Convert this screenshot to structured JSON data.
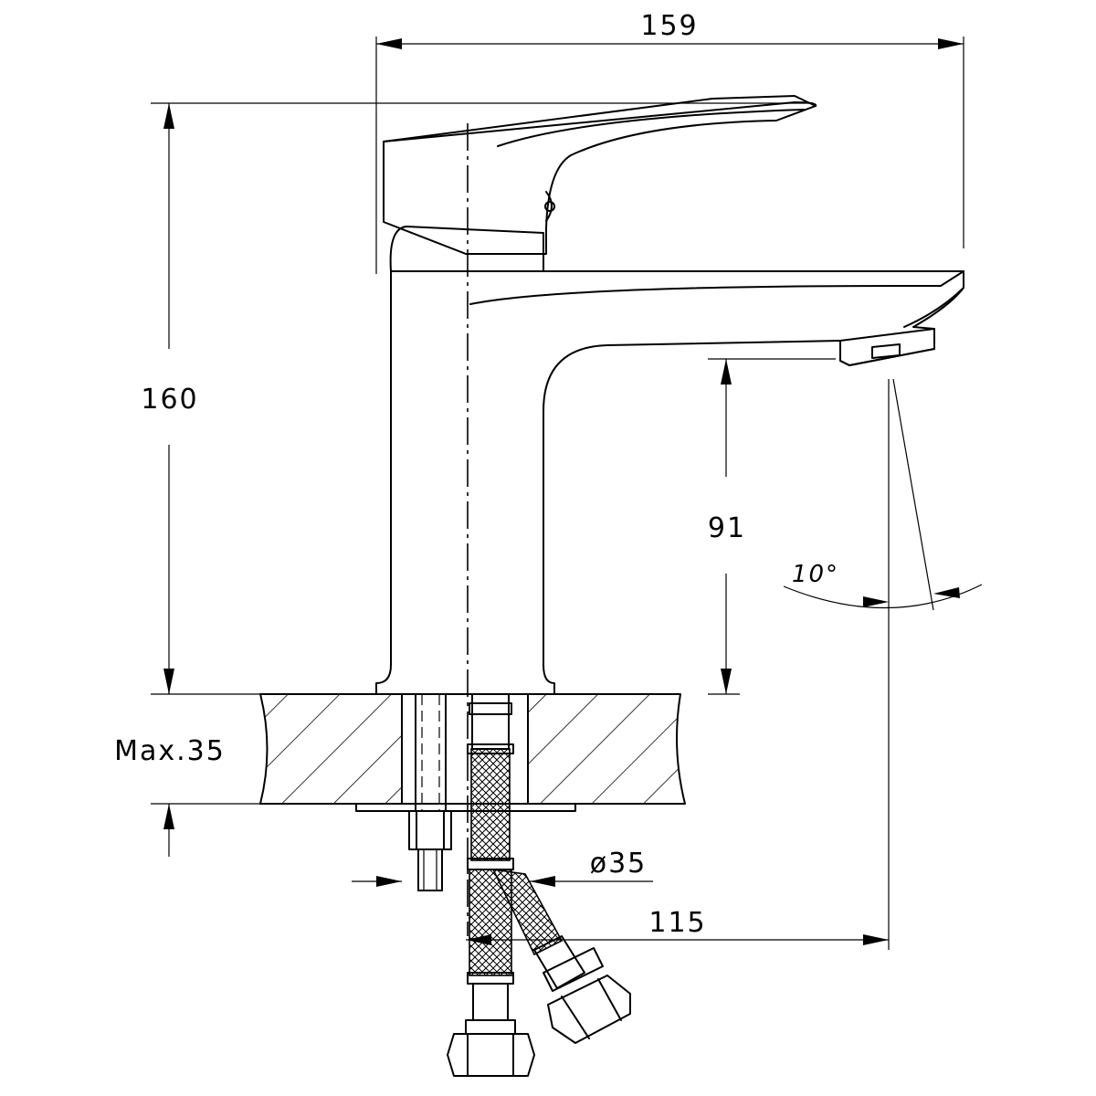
{
  "dimensions": {
    "total_length": "159",
    "total_height": "160",
    "spout_height": "91",
    "deck_thickness": "Max.35",
    "hole_diameter": "ø35",
    "spout_reach": "115",
    "aerator_angle": "10°"
  },
  "colors": {
    "line": "#000000",
    "background": "#ffffff"
  }
}
